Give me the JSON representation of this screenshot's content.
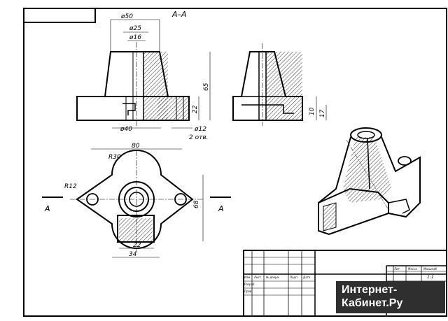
{
  "section_title": "А–А",
  "dims": {
    "d50": "ø50",
    "d25": "ø25",
    "d16": "ø16",
    "d40": "ø40",
    "d12": "ø12",
    "h65": "65",
    "h22": "22",
    "h10": "10",
    "h17": "17",
    "w80": "80",
    "r30": "R30",
    "r12": "R12",
    "h68": "68",
    "w22": "22",
    "w34": "34",
    "holes": "2 отв."
  },
  "section_marks": {
    "left": "А",
    "right": "А"
  },
  "title_block": {
    "scale": "1:1",
    "col_headers": [
      "Изм.",
      "Лист",
      "№ докум.",
      "Подп.",
      "Дата"
    ],
    "rows": [
      "Разраб.",
      "Пров."
    ],
    "right_headers": [
      "Лит.",
      "Масса",
      "Масштаб"
    ]
  },
  "watermark": {
    "line1": "Интернет-",
    "line2": "Кабинет.Ру"
  }
}
